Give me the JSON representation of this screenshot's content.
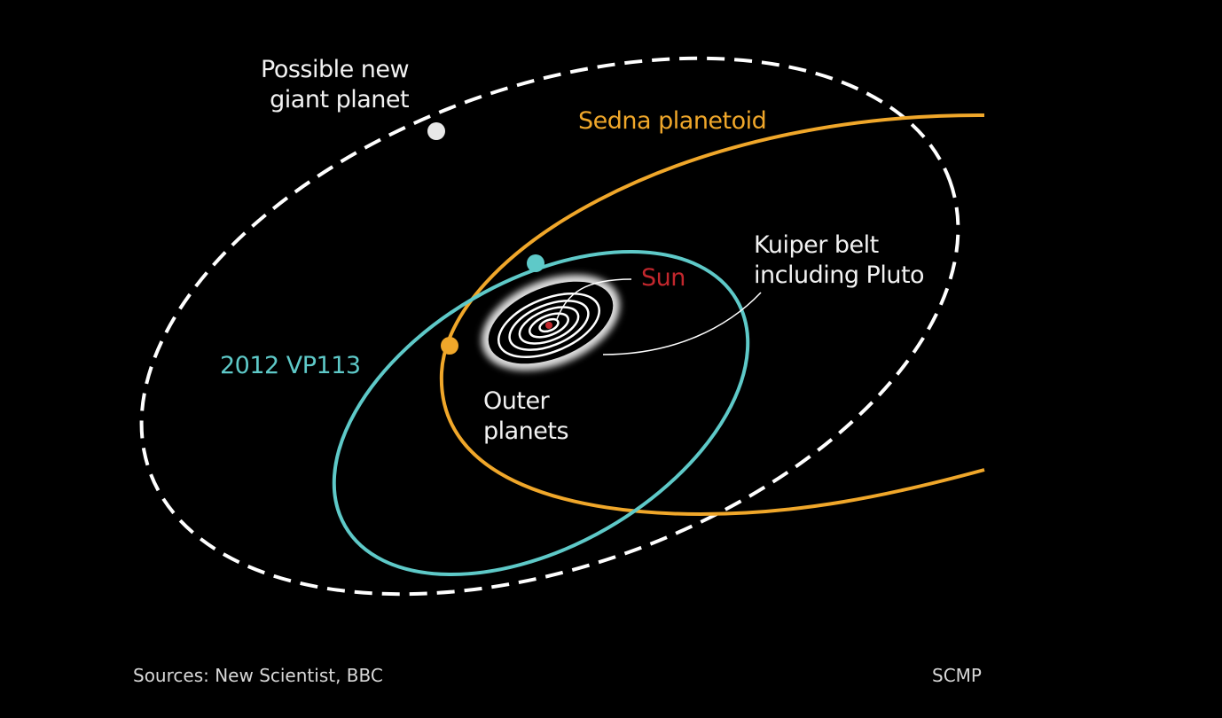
{
  "labels": {
    "giant_planet": "Possible new\ngiant planet",
    "sedna": "Sedna planetoid",
    "kuiper": "Kuiper belt\nincluding Pluto",
    "sun": "Sun",
    "vp113": "2012 VP113",
    "outer_planets": "Outer\nplanets"
  },
  "footer": {
    "sources": "Sources: New Scientist, BBC",
    "credit": "SCMP"
  },
  "colors": {
    "background": "#000000",
    "giant_planet": "#ffffff",
    "sedna": "#f0a72a",
    "vp113": "#5ec9c8",
    "sun": "#c2272d"
  }
}
